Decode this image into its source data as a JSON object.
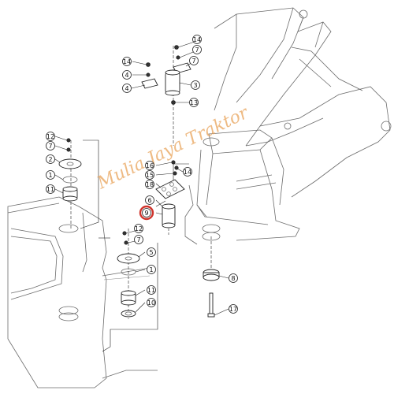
{
  "watermark": "Mulia Jaya Traktor",
  "colors": {
    "highlight": "#d0342c",
    "watermark": "#e8a35a",
    "line": "#6b6b6b"
  },
  "callouts": [
    {
      "id": "c14a",
      "label": "14"
    },
    {
      "id": "c7a",
      "label": "7"
    },
    {
      "id": "c14b",
      "label": "14"
    },
    {
      "id": "c7b",
      "label": "7"
    },
    {
      "id": "c4a",
      "label": "4"
    },
    {
      "id": "c3",
      "label": "3"
    },
    {
      "id": "c4b",
      "label": "4"
    },
    {
      "id": "c13",
      "label": "13"
    },
    {
      "id": "c12a",
      "label": "12"
    },
    {
      "id": "c7c",
      "label": "7"
    },
    {
      "id": "c2",
      "label": "2"
    },
    {
      "id": "c1a",
      "label": "1"
    },
    {
      "id": "c11a",
      "label": "11"
    },
    {
      "id": "c16",
      "label": "16"
    },
    {
      "id": "c15",
      "label": "15"
    },
    {
      "id": "c14c",
      "label": "14"
    },
    {
      "id": "c18",
      "label": "18"
    },
    {
      "id": "c6",
      "label": "6"
    },
    {
      "id": "c9",
      "label": "9"
    },
    {
      "id": "c12b",
      "label": "12"
    },
    {
      "id": "c7d",
      "label": "7"
    },
    {
      "id": "c5",
      "label": "5"
    },
    {
      "id": "c1b",
      "label": "1"
    },
    {
      "id": "c11b",
      "label": "11"
    },
    {
      "id": "c10",
      "label": "10"
    },
    {
      "id": "c8",
      "label": "8"
    },
    {
      "id": "c17",
      "label": "17"
    }
  ]
}
